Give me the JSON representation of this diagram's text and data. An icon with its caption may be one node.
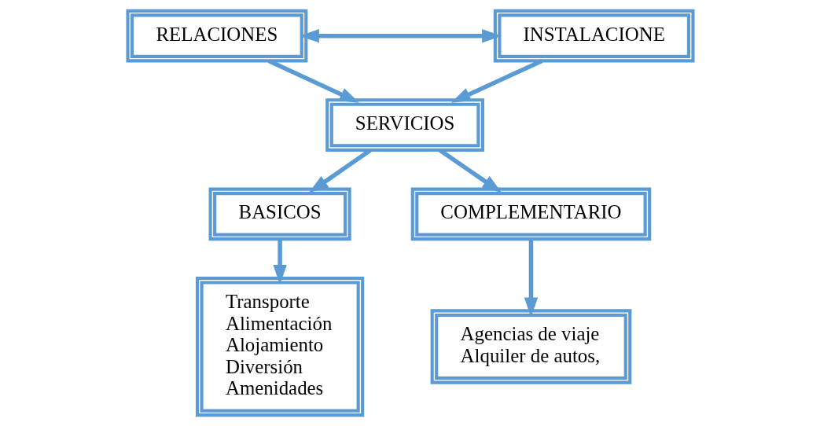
{
  "diagram": {
    "nodes": [
      {
        "text": [
          "RELACIONES"
        ]
      },
      {
        "text": [
          "INSTALACIONE"
        ]
      },
      {
        "text": [
          "SERVICIOS"
        ]
      },
      {
        "text": [
          "BASICOS"
        ]
      },
      {
        "text": [
          "COMPLEMENTARIO"
        ]
      },
      {
        "text": [
          "Transporte",
          "Alimentación",
          "Alojamiento",
          "Diversión",
          "Amenidades"
        ]
      },
      {
        "text": [
          "Agencias de viaje",
          "Alquiler de autos,"
        ]
      }
    ],
    "edges": [
      {
        "from": 0,
        "to": 1,
        "arrow": "both"
      },
      {
        "from": 0,
        "to": 2,
        "arrow": "to"
      },
      {
        "from": 1,
        "to": 2,
        "arrow": "to"
      },
      {
        "from": 2,
        "to": 3,
        "arrow": "to"
      },
      {
        "from": 2,
        "to": 4,
        "arrow": "to"
      },
      {
        "from": 3,
        "to": 5,
        "arrow": "to"
      },
      {
        "from": 4,
        "to": 6,
        "arrow": "to"
      }
    ]
  }
}
